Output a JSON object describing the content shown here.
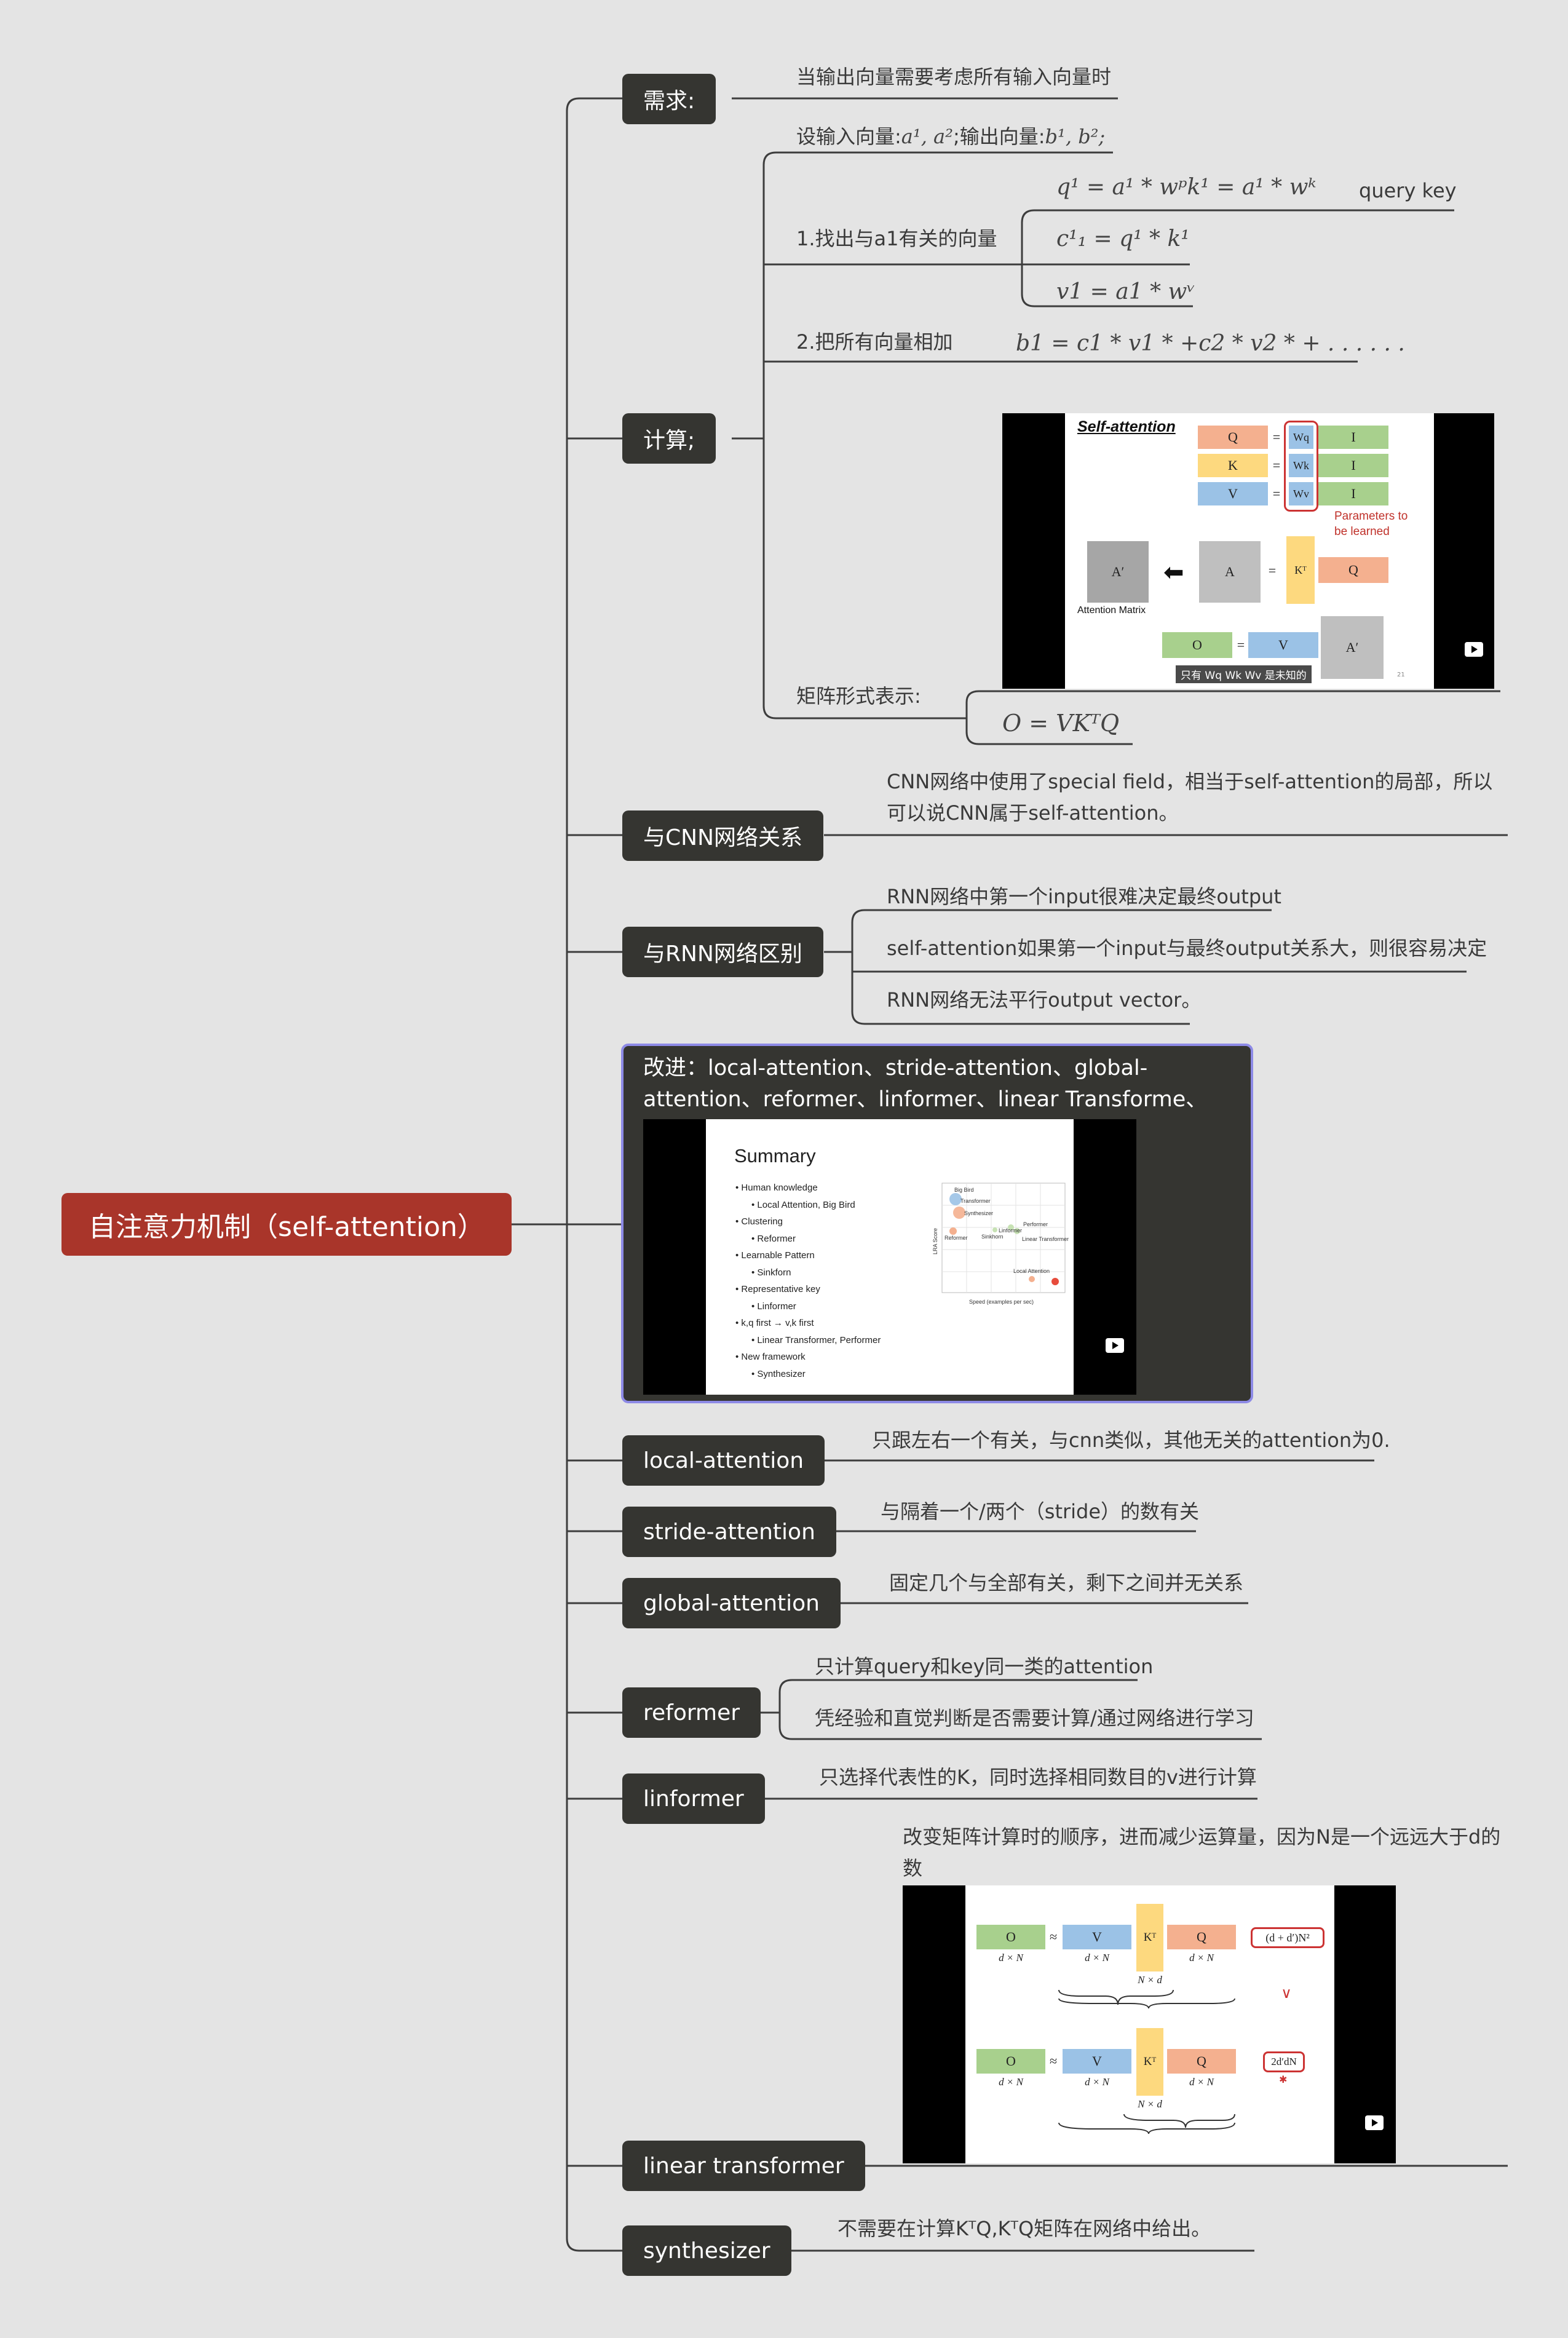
{
  "root": {
    "label": "自注意力机制（self-attention）"
  },
  "branches": {
    "need": {
      "label": "需求:",
      "text": "当输出向量需要考虑所有输入向量时"
    },
    "compute": {
      "label": "计算;",
      "setup": "设输入向量:",
      "setup_vars": "a¹, a²",
      "setup_mid": ";输出向量:",
      "setup_vars2": "b¹, b²;",
      "step1": "1.找出与a1有关的向量",
      "eq1": "q¹ = a¹ * wᵖk¹ = a¹ * wᵏ",
      "eq1_note": "query  key",
      "eq2": "c¹₁ = q¹ * k¹",
      "eq3": "v1 = a1 * wᵛ",
      "step2": "2.把所有向量相加",
      "eq4": "b1 = c1 * v1 * +c2 * v2 * + . . . . . .",
      "matrix_label": "矩阵形式表示:",
      "matrix_eq": "O = VKᵀQ",
      "slide": {
        "title": "Self-attention",
        "q": "Q",
        "k": "K",
        "v": "V",
        "i": "I",
        "wq": "Wq",
        "wk": "Wk",
        "wv": "Wv",
        "params": "Parameters to be learned",
        "a_prime": "A′",
        "a": "A",
        "kt": "Kᵀ",
        "attn_matrix": "Attention Matrix",
        "o": "O",
        "caption": "只有 Wq Wk Wv 是未知的",
        "page": "21"
      }
    },
    "cnn": {
      "label": "与CNN网络关系",
      "text": "CNN网络中使用了special field，相当于self-attention的局部，所以可以说CNN属于self-attention。"
    },
    "rnn": {
      "label": "与RNN网络区别",
      "items": [
        "RNN网络中第一个input很难决定最终output",
        "self-attention如果第一个input与最终output关系大，则很容易决定",
        "RNN网络无法平行output vector。"
      ]
    },
    "improve": {
      "label": "改进：local-attention、stride-attention、global-attention、reformer、linformer、linear Transforme、synthesizer",
      "slide": {
        "title": "Summary",
        "bullets": [
          "Human knowledge",
          "Local Attention, Big Bird",
          "Clustering",
          "Reformer",
          "Learnable Pattern",
          "Sinkforn",
          "Representative key",
          "Linformer",
          "k,q first → v,k first",
          "Linear Transformer, Performer",
          "New framework",
          "Synthesizer"
        ],
        "chart_xlabel": "Speed (examples per sec)",
        "chart_ylabel": "LRA Score",
        "chart_points": [
          "Big Bird",
          "Transformer",
          "Synthesizer",
          "Reformer",
          "Sinkhorn",
          "Linformer",
          "Performer",
          "Linear Transformer",
          "Local Attention"
        ]
      }
    },
    "local": {
      "label": "local-attention",
      "text": "只跟左右一个有关，与cnn类似，其他无关的attention为0."
    },
    "stride": {
      "label": "stride-attention",
      "text": "与隔着一个/两个（stride）的数有关"
    },
    "global": {
      "label": "global-attention",
      "text": "固定几个与全部有关，剩下之间并无关系"
    },
    "reformer": {
      "label": "reformer",
      "items": [
        "只计算query和key同一类的attention",
        "凭经验和直觉判断是否需要计算/通过网络进行学习"
      ]
    },
    "linformer": {
      "label": "linformer",
      "text": "只选择代表性的K，同时选择相同数目的v进行计算"
    },
    "linear": {
      "label": "linear transformer",
      "text": "改变矩阵计算时的顺序，进而减少运算量，因为N是一个远远大于d的数",
      "slide": {
        "o": "O",
        "v": "V",
        "kt": "Kᵀ",
        "q": "Q",
        "approx": "≈",
        "dn": "d × N",
        "nd": "N × d",
        "cost1": "(d + d′)N²",
        "cost2": "2d′dN",
        "gt": "∨"
      }
    },
    "synth": {
      "label": "synthesizer",
      "text": "不需要在计算KᵀQ,KᵀQ矩阵在网络中给出。"
    }
  },
  "colors": {
    "root": "#a9352a",
    "node": "#353531",
    "background": "#e4e4e4",
    "line": "#3d3d3d",
    "highlight_border": "#8d8ae6"
  }
}
